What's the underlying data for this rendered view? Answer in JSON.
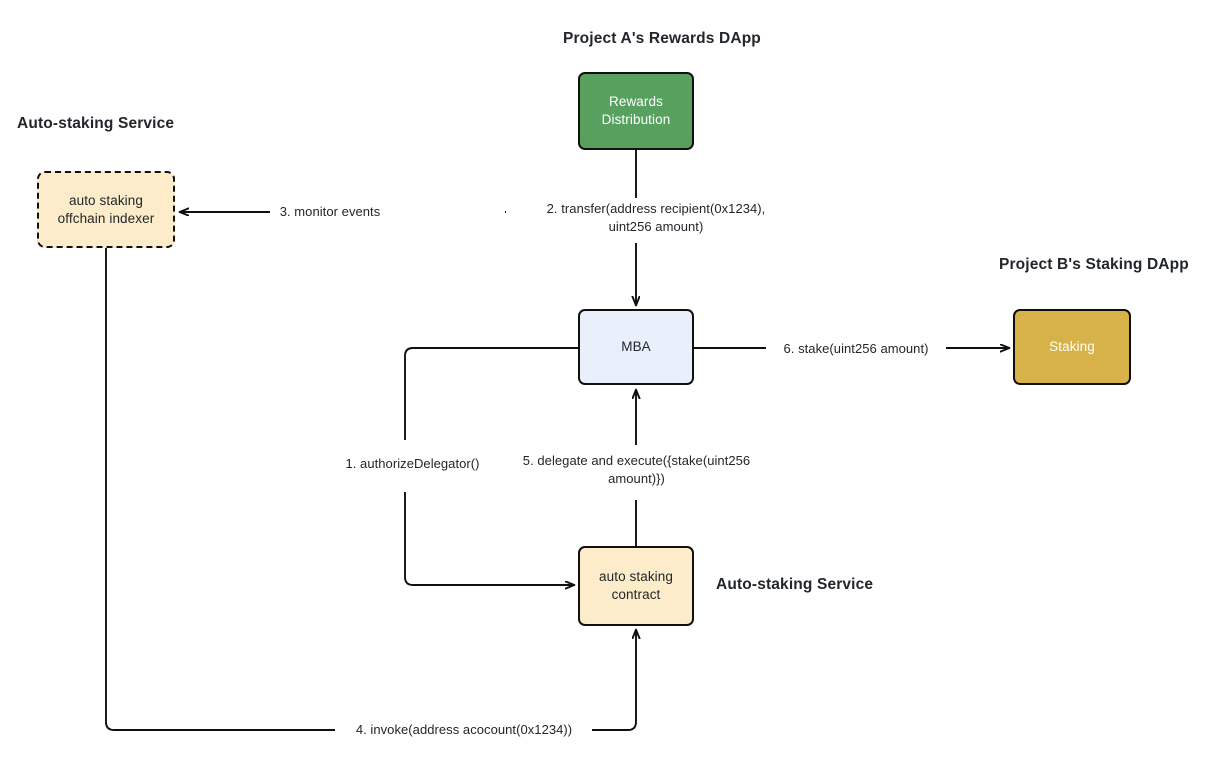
{
  "diagram": {
    "title": "Auto-staking delegation flow",
    "background": "#ffffff",
    "stroke": "#12100e"
  },
  "group_titles": [
    {
      "id": "project-a",
      "text": "Project A's Rewards DApp"
    },
    {
      "id": "auto-staking-left",
      "text": "Auto-staking Service"
    },
    {
      "id": "project-b",
      "text": "Project B's Staking DApp"
    },
    {
      "id": "auto-staking-bottom",
      "text": "Auto-staking Service"
    }
  ],
  "nodes": [
    {
      "id": "rewards-distribution",
      "label": "Rewards\nDistribution",
      "fill": "#57a05e",
      "text_color": "#ffffff",
      "border": "solid"
    },
    {
      "id": "offchain-indexer",
      "label": "auto staking\noffchain indexer",
      "fill": "#fcecc9",
      "text_color": "#22262b",
      "border": "dashed"
    },
    {
      "id": "mba",
      "label": "MBA",
      "fill": "#eaf0fb",
      "text_color": "#22262b",
      "border": "solid"
    },
    {
      "id": "staking",
      "label": "Staking",
      "fill": "#d6b248",
      "text_color": "#ffffff",
      "border": "solid"
    },
    {
      "id": "auto-staking-contract",
      "label": "auto staking\ncontract",
      "fill": "#fcecc9",
      "text_color": "#22262b",
      "border": "solid"
    }
  ],
  "edge_labels": [
    {
      "id": "step-1",
      "text": "1. authorizeDelegator()"
    },
    {
      "id": "step-2",
      "text": "2. transfer(address recipient(0x1234),\nuint256 amount)"
    },
    {
      "id": "step-3",
      "text": "3. monitor events"
    },
    {
      "id": "step-4",
      "text": "4. invoke(address acocount(0x1234))"
    },
    {
      "id": "step-5",
      "text": "5. delegate and execute({stake(uint256\namount)})"
    },
    {
      "id": "step-6",
      "text": "6. stake(uint256 amount)"
    }
  ]
}
